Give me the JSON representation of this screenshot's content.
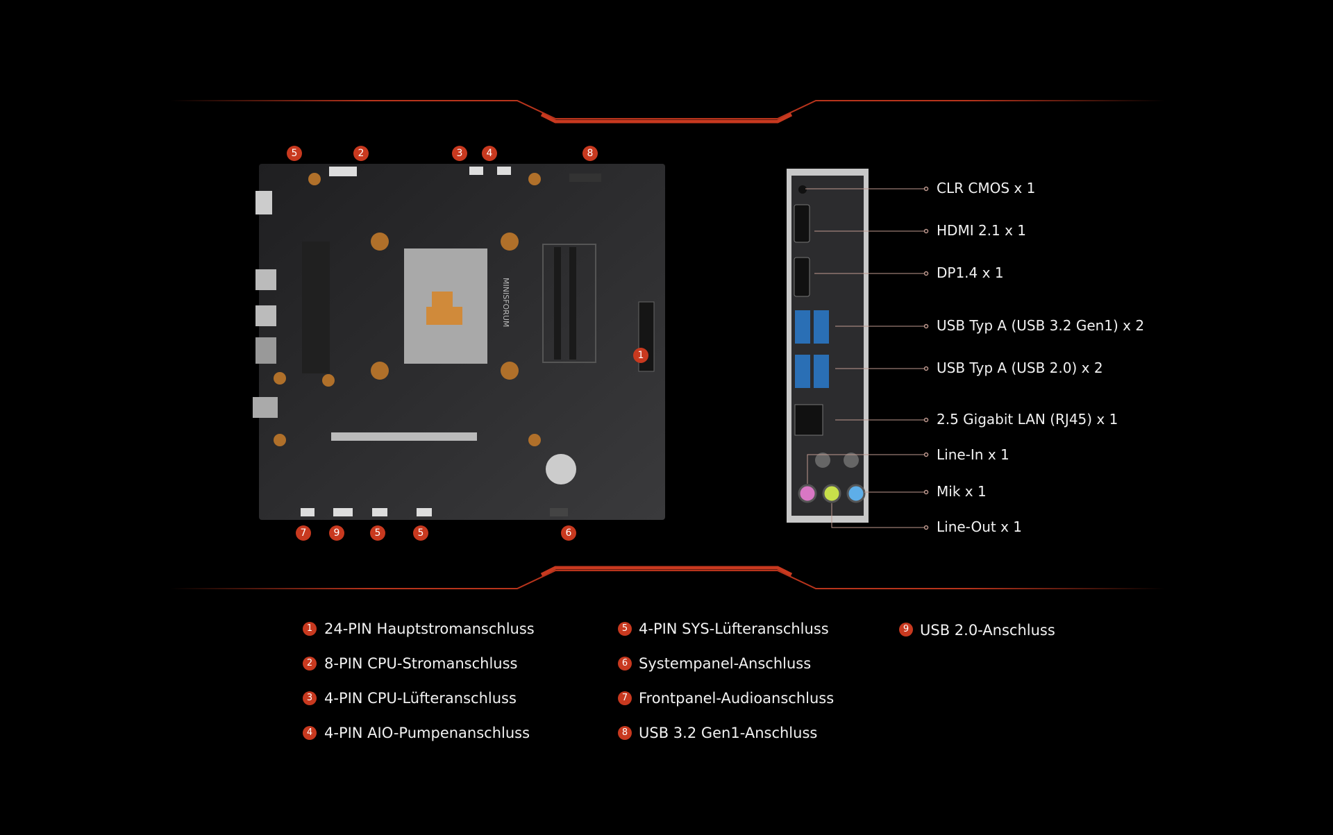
{
  "colors": {
    "accent": "#c8391f",
    "background": "#000000",
    "board": "#2a2a2c"
  },
  "board_markers": {
    "top": [
      "5",
      "2",
      "3",
      "4",
      "8"
    ],
    "bottom": [
      "7",
      "9",
      "5",
      "5",
      "6"
    ],
    "side": "1"
  },
  "io_panel": {
    "labels": [
      "CLR CMOS x 1",
      "HDMI 2.1 x 1",
      "DP1.4 x 1",
      "USB Typ A (USB 3.2 Gen1) x 2",
      "USB Typ A (USB 2.0) x 2",
      "2.5 Gigabit LAN (RJ45) x 1",
      "Line-In x 1",
      "Mik x 1",
      "Line-Out x 1"
    ]
  },
  "legend": [
    {
      "num": "1",
      "text": "24-PIN Hauptstromanschluss"
    },
    {
      "num": "2",
      "text": "8-PIN CPU-Stromanschluss"
    },
    {
      "num": "3",
      "text": "4-PIN CPU-Lüfteranschluss"
    },
    {
      "num": "4",
      "text": "4-PIN AIO-Pumpenanschluss"
    },
    {
      "num": "5",
      "text": "4-PIN SYS-Lüfteranschluss"
    },
    {
      "num": "6",
      "text": "Systempanel-Anschluss"
    },
    {
      "num": "7",
      "text": "Frontpanel-Audioanschluss"
    },
    {
      "num": "8",
      "text": "USB 3.2 Gen1-Anschluss"
    },
    {
      "num": "9",
      "text": "USB 2.0-Anschluss"
    }
  ],
  "board_brand": "MINISFORUM"
}
